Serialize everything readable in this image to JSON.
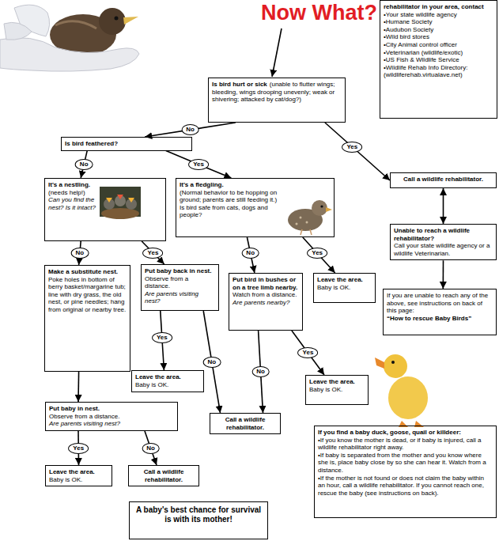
{
  "diagram": {
    "title": "Now What?",
    "nodes": [
      {
        "text": [
          "rehabilitator in your area, contact",
          "•Your state wildlife agency",
          "•Humane Society",
          "•Audubon Society",
          "•Wild bird stores",
          "•City Animal control officer",
          "•Veterinarian (wildlife/exotic)",
          "•US Fish & Wildlife Service",
          "•Wildlife Rehab Info Directory: (wildliferehab.virtualave.net)"
        ]
      },
      {
        "text": [
          "Is bird hurt or sick",
          "(unable to flutter wings; bleeding, wings drooping unevenly; weak or shivering; attacked by cat/dog?)"
        ]
      },
      {
        "text": [
          "Is bird feathered?"
        ]
      },
      {
        "text": [
          "Call a wildlife rehabilitator."
        ]
      },
      {
        "text": [
          "It's a nestling.",
          "(needs help!)",
          "Can you find the nest? Is it intact?"
        ]
      },
      {
        "text": [
          "It's a fledgling.",
          "(Normal behavior to be hopping on ground; parents are still feeding it.)",
          "Is bird safe from cats, dogs and people?"
        ]
      },
      {
        "text": [
          "Unable to reach a wildlife rehabilitator?",
          "Call your state wildlife agency or a wildlife Veterinarian."
        ]
      },
      {
        "text": [
          "Make a substitute nest.",
          "Poke holes in bottom of berry basket/margarine tub; line with dry grass, the old nest, or pine needles; hang from original or nearby tree."
        ]
      },
      {
        "text": [
          "Put baby back in nest.",
          "Observe from a distance.",
          "Are parents visiting nest?"
        ]
      },
      {
        "text": [
          "Put bird in bushes or on a tree limb nearby.",
          "Watch from a distance.",
          "Are parents nearby?"
        ]
      },
      {
        "text": [
          "Leave the area.",
          "Baby is OK."
        ]
      },
      {
        "text": [
          "If you are unable to reach any of the above, see instructions on back of this page:",
          "“How to rescue Baby Birds”"
        ]
      },
      {
        "text": [
          "Leave the area.",
          "Baby is OK."
        ]
      },
      {
        "text": [
          "Leave the area.",
          "Baby is OK."
        ]
      },
      {
        "text": [
          "Call a wildlife rehabilitator."
        ]
      },
      {
        "text": [
          "Put baby in nest.",
          "Observe from a distance.",
          "Are parents visiting nest?"
        ]
      },
      {
        "text": [
          "If you find a baby duck, goose, quail or killdeer:",
          "•If you know the mother is dead, or if baby is injured, call a wildlife rehabilitator right away.",
          "•If baby is separated from the mother and you know where she is, place baby close by so she can hear it. Watch from a distance.",
          "•If the mother is not found or does not claim the baby within an hour, call a wildlife rehabilitator. If you cannot reach one, rescue the baby (see instructions on back)."
        ]
      },
      {
        "text": [
          "Leave the area.",
          "Baby is OK."
        ]
      },
      {
        "text": [
          "Call a wildlife rehabilitator."
        ]
      },
      {
        "text": [
          "A baby's best chance for survival is with its mother!"
        ]
      }
    ],
    "edges": [
      {
        "from": 1,
        "to": 2,
        "label": "No",
        "arrow": "to"
      },
      {
        "from": 1,
        "to": 3,
        "label": "Yes",
        "arrow": "to"
      },
      {
        "from": 2,
        "to": 4,
        "label": "No",
        "arrow": "to"
      },
      {
        "from": 2,
        "to": 5,
        "label": "Yes",
        "arrow": "to"
      },
      {
        "from": 3,
        "to": 6,
        "arrow": "both"
      },
      {
        "from": 6,
        "to": 11,
        "arrow": "to"
      },
      {
        "from": 4,
        "to": 7,
        "label": "No",
        "arrow": "to"
      },
      {
        "from": 4,
        "to": 8,
        "label": "Yes",
        "arrow": "to"
      },
      {
        "from": 5,
        "to": 9,
        "label": "No",
        "arrow": "to"
      },
      {
        "from": 5,
        "to": 10,
        "label": "Yes",
        "arrow": "to"
      },
      {
        "from": 7,
        "to": 15,
        "arrow": "to"
      },
      {
        "from": 8,
        "to": 12,
        "label": "Yes",
        "arrow": "to"
      },
      {
        "from": 8,
        "to": 14,
        "label": "No",
        "arrow": "to"
      },
      {
        "from": 9,
        "to": 14,
        "label": "No",
        "arrow": "to"
      },
      {
        "from": 9,
        "to": 13,
        "label": "Yes",
        "arrow": "to"
      },
      {
        "from": 15,
        "to": 17,
        "label": "Yes",
        "arrow": "to"
      },
      {
        "from": 15,
        "to": 18,
        "label": "No",
        "arrow": "to"
      }
    ]
  }
}
